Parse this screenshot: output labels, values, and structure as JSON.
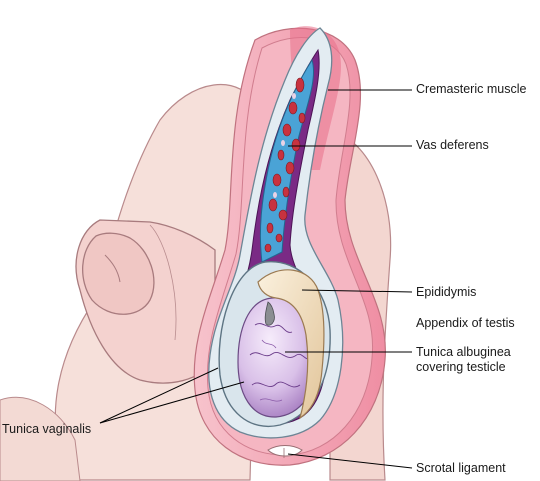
{
  "labels": {
    "cremasteric_muscle": "Cremasteric muscle",
    "vas_deferens": "Vas deferens",
    "epididymis": "Epididymis",
    "appendix_of_testis": "Appendix of testis",
    "tunica_albuginea_line1": "Tunica albuginea",
    "tunica_albuginea_line2": "covering testicle",
    "tunica_vaginalis": "Tunica vaginalis",
    "scrotal_ligament": "Scrotal ligament"
  },
  "colors": {
    "skin": "#f6dcd6",
    "skin_outline": "#b9878a",
    "pink_tissue": "#f2a6b4",
    "cremasteric": "#e9607f",
    "tunica_layer": "#dfeaf1",
    "purple_cavity": "#7b2a84",
    "vas_blue": "#4aa3d6",
    "red_spaces": "#c8323f",
    "testis": "#d7bde6",
    "epididymis": "#f3e2c6",
    "leader_line": "#000000"
  }
}
